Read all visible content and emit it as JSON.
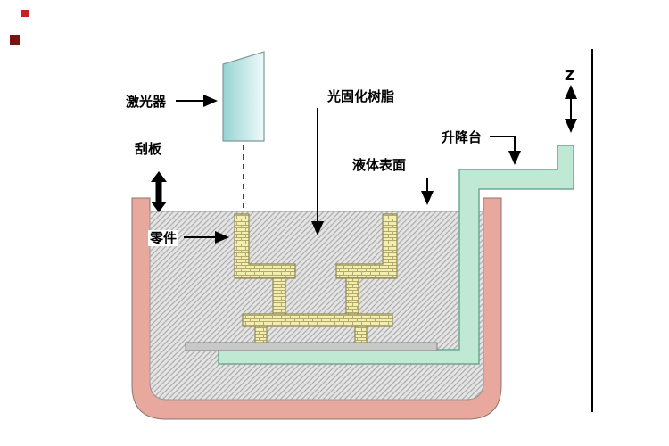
{
  "title": "SLA stereolithography process diagram",
  "labels": {
    "laser": "激光器",
    "scraper": "刮板",
    "part": "零件",
    "resin": "光固化树脂",
    "liquid_surface": "液体表面",
    "platform": "升降台",
    "z_axis": "Z"
  },
  "colors": {
    "vat": "#E9A89E",
    "vat_outline": "#8A7470",
    "liquid_bg": "#E4E4E4",
    "liquid_hatch": "#AFAFAF",
    "part_fill": "#F2EDB0",
    "part_line": "#B3A968",
    "part_outline": "#8F885A",
    "platform_fill": "#BFE9D4",
    "platform_outline": "#6FA892",
    "plate_fill": "#C8C8C8",
    "plate_outline": "#7F7F7F",
    "lens_dark": "#96D3D3",
    "lens_light": "#F0FAFA",
    "lens_outline": "#7F9999",
    "arrow": "#000000",
    "bullet1": "#C42121",
    "bullet2": "#7A1414"
  }
}
